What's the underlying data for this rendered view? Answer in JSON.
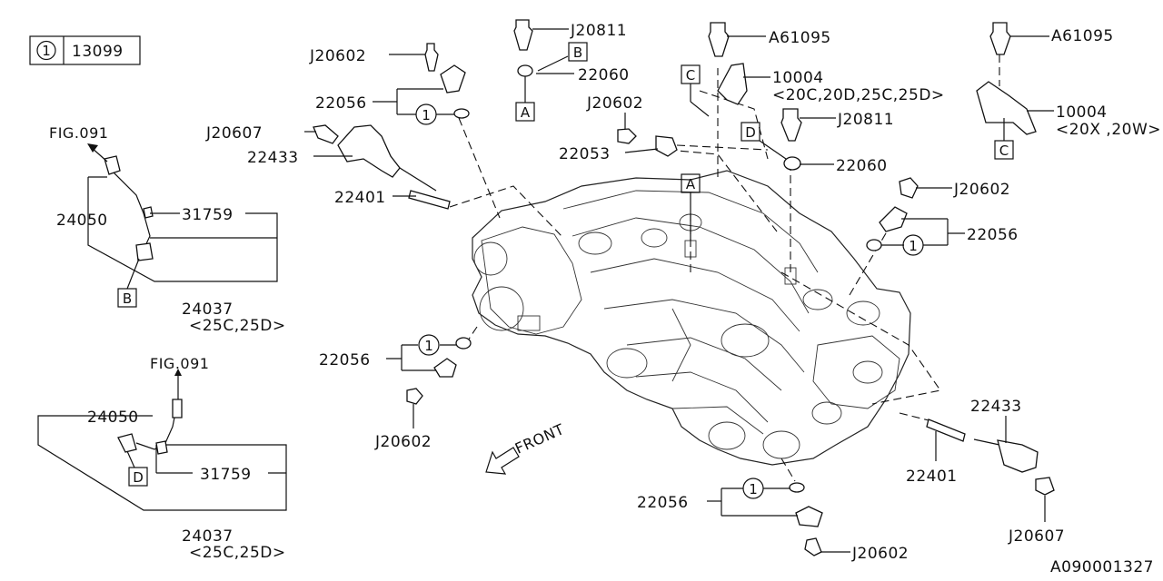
{
  "legend": {
    "circle_num": "1",
    "part": "13099"
  },
  "labels": {
    "j20602_top": "J20602",
    "p22056_top": "22056",
    "j20607_left": "J20607",
    "p22433_left": "22433",
    "p22401_left": "22401",
    "fig091_a": "FIG.091",
    "p24050_a": "24050",
    "p31759_a": "31759",
    "p24037_a": "24037",
    "note_a": "<25C,25D>",
    "box_b_left": "B",
    "fig091_b": "FIG.091",
    "p24050_b": "24050",
    "p31759_b": "31759",
    "box_d_left": "D",
    "p24037_b": "24037",
    "note_b": "<25C,25D>",
    "j20811_top": "J20811",
    "box_b_top": "B",
    "p22060_top": "22060",
    "box_a_top": "A",
    "j20602_mid": "J20602",
    "p22053": "22053",
    "box_a_mid": "A",
    "a61095_1": "A61095",
    "box_c_1": "C",
    "p10004_1": "10004",
    "note_10004_1": "<20C,20D,25C,25D>",
    "a61095_2": "A61095",
    "p10004_2": "10004",
    "note_10004_2": "<20X ,20W>",
    "box_c_2": "C",
    "j20811_mid": "J20811",
    "box_d_mid": "D",
    "p22060_mid": "22060",
    "j20602_right": "J20602",
    "p22056_right": "22056",
    "p22056_left": "22056",
    "j20602_left": "J20602",
    "front": "FRONT",
    "p22433_right": "22433",
    "p22401_right": "22401",
    "j20607_right": "J20607",
    "p22056_bottom": "22056",
    "j20602_bottom": "J20602",
    "drawing_no": "A090001327"
  },
  "circle_refs": {
    "c1": "1",
    "c2": "1",
    "c3": "1",
    "c4": "1"
  }
}
